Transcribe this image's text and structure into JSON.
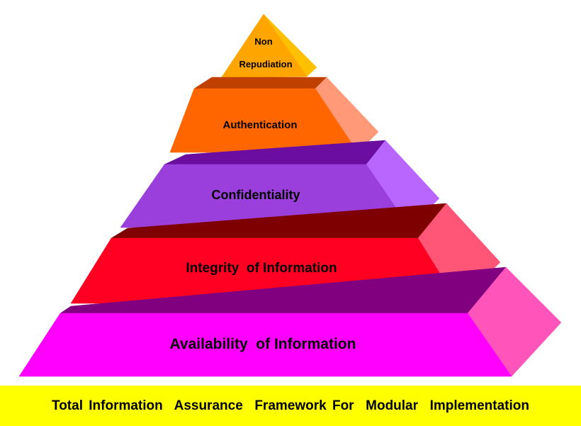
{
  "tiers": [
    {
      "label": "Non Repudiation",
      "lines": [
        "Non",
        "Repudiation"
      ],
      "front": "#ffa500",
      "side": "#ffc000",
      "top": "#ffa500"
    },
    {
      "label": "Authentication",
      "lines": [
        "Authentication"
      ],
      "front": "#ff6600",
      "side": "#ff9977",
      "top": "#c04000"
    },
    {
      "label": "Confidentiality",
      "lines": [
        "Confidentiality"
      ],
      "front": "#9b3fdc",
      "side": "#b866ff",
      "top": "#6a0da0"
    },
    {
      "label": "Integrity  of Information",
      "lines": [
        "Integrity  of Information"
      ],
      "front": "#ff0022",
      "side": "#ff5577",
      "top": "#7f0000"
    },
    {
      "label": "Availability  of Information",
      "lines": [
        "Availability  of Information"
      ],
      "front": "#ff00ff",
      "side": "#ff55bb",
      "top": "#800080"
    }
  ],
  "banner": {
    "text": "Total Information  Assurance  Framework For  Modular  Implementation",
    "color": "#ffff00"
  }
}
